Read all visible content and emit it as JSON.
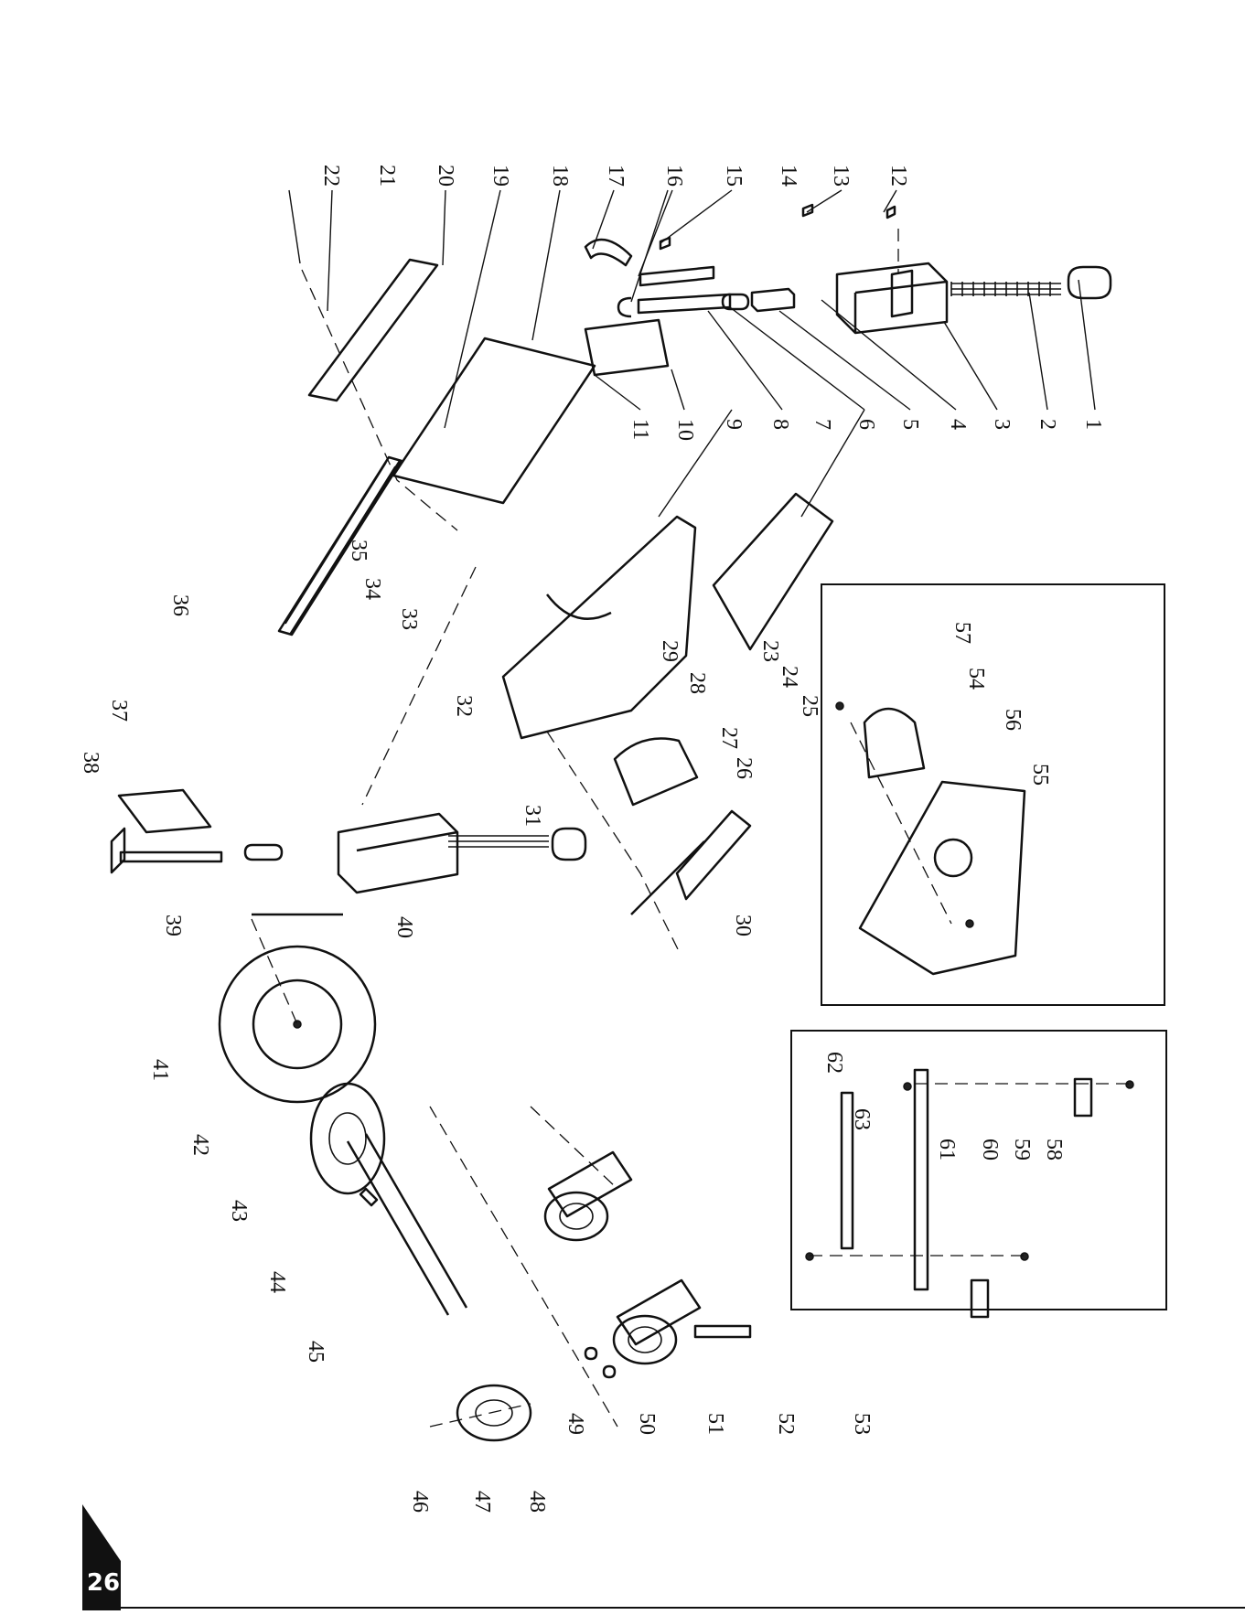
{
  "page": {
    "number": "26"
  },
  "callouts": [
    "1",
    "2",
    "3",
    "4",
    "5",
    "6",
    "7",
    "8",
    "9",
    "10",
    "11",
    "12",
    "13",
    "14",
    "15",
    "16",
    "17",
    "18",
    "19",
    "20",
    "21",
    "22",
    "23",
    "24",
    "25",
    "26",
    "27",
    "28",
    "29",
    "30",
    "31",
    "32",
    "33",
    "34",
    "35",
    "36",
    "37",
    "38",
    "39",
    "40",
    "41",
    "42",
    "43",
    "44",
    "45",
    "46",
    "47",
    "48",
    "49",
    "50",
    "51",
    "52",
    "53",
    "54",
    "55",
    "56",
    "57",
    "58",
    "59",
    "60",
    "61",
    "62",
    "63"
  ]
}
